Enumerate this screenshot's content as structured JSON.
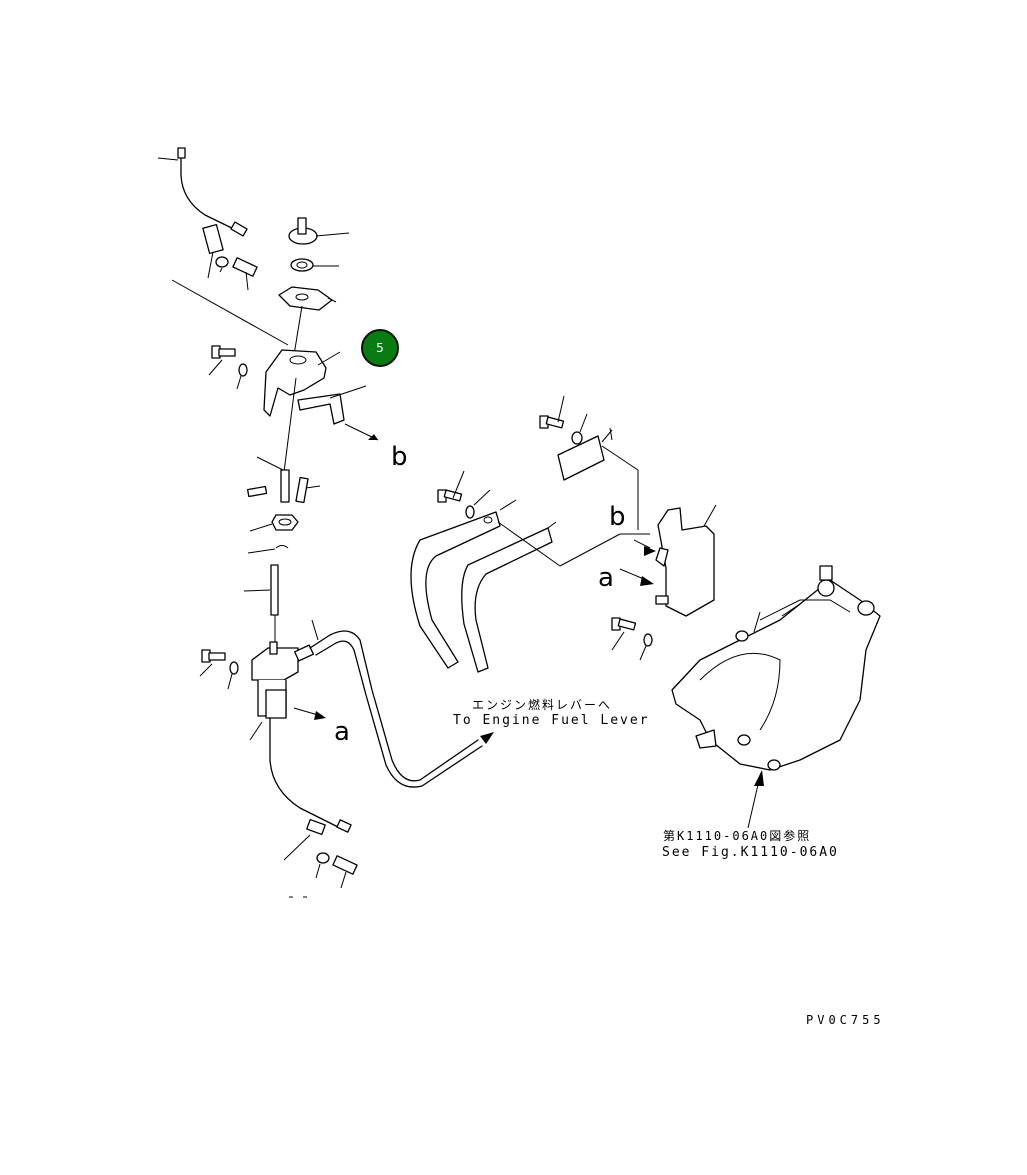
{
  "badge": {
    "number": "5",
    "color": "#0a7a12"
  },
  "refs": {
    "b1": "b",
    "b2": "b",
    "a1": "a",
    "a2": "a"
  },
  "notes": {
    "engine_lever_jp": "エンジン燃料レバーへ",
    "engine_lever_en": "To Engine Fuel Lever",
    "see_fig_jp": "第K1110-06A0図参照",
    "see_fig_en": "See Fig.K1110-06A0"
  },
  "drawing_code": "PV0C755"
}
